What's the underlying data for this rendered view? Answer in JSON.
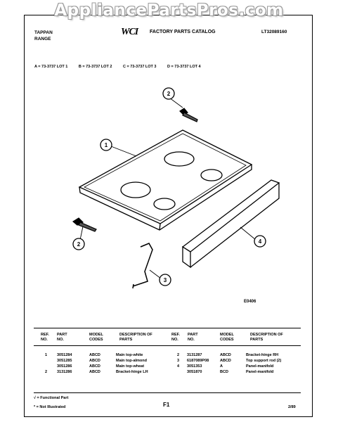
{
  "watermark": "AppliancePartsPros.com",
  "header": {
    "brand": "TAPPAN",
    "product": "RANGE",
    "logo": "WCI",
    "catalog_title": "FACTORY PARTS CATALOG",
    "catalog_number": "LT32089160"
  },
  "lots": [
    "A = 73-3737 LOT 1",
    "B = 73-3737 LOT 2",
    "C = 73-3737 LOT 3",
    "D = 73-3737 LOT 4"
  ],
  "diagram": {
    "callouts": [
      "1",
      "2",
      "2",
      "3",
      "4"
    ],
    "code": "E0406"
  },
  "table": {
    "headers": {
      "ref": "REF. NO.",
      "part": "PART NO.",
      "model": "MODEL CODES",
      "desc": "DESCRIPTION OF PARTS"
    },
    "left_rows": [
      {
        "ref": "1",
        "part": "3051284",
        "model": "ABCD",
        "desc": "Main top-white"
      },
      {
        "ref": "",
        "part": "3051285",
        "model": "ABCD",
        "desc": "Main top-almond"
      },
      {
        "ref": "",
        "part": "3051286",
        "model": "ABCD",
        "desc": "Main top-wheat"
      },
      {
        "ref": "2",
        "part": "3131286",
        "model": "ABCD",
        "desc": "Bracket-hinge LH"
      }
    ],
    "right_rows": [
      {
        "ref": "2",
        "part": "3131287",
        "model": "ABCD",
        "desc": "Bracket-hinge RH"
      },
      {
        "ref": "3",
        "part": "6187089P08",
        "model": "ABCD",
        "desc": "Top support rod (2)"
      },
      {
        "ref": "4",
        "part": "3051353",
        "model": "A",
        "desc": "Panel-manifold"
      },
      {
        "ref": "",
        "part": "3051870",
        "model": "BCD",
        "desc": "Panel-manifold"
      }
    ]
  },
  "footer": {
    "functional": "√ = Functional Part",
    "not_illustrated": "* = Not Illustrated",
    "page": "F1",
    "date": "2/89"
  }
}
